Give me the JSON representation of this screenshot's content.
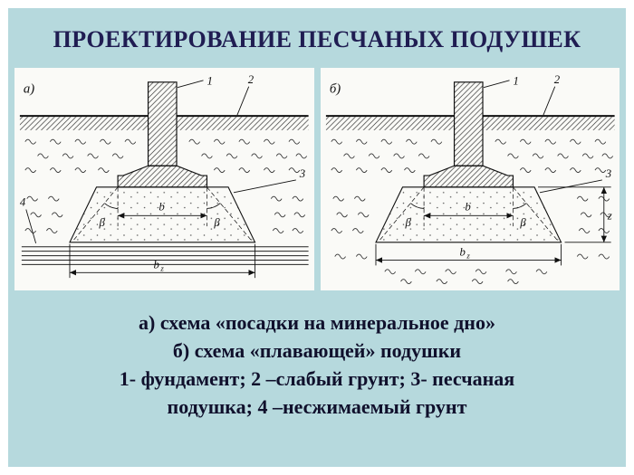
{
  "slide": {
    "title": "ПРОЕКТИРОВАНИЕ ПЕСЧАНЫХ ПОДУШЕК"
  },
  "colors": {
    "background": "#b6d9dd",
    "panel": "#fafaf7",
    "title_text": "#201d52",
    "caption_text": "#10102c",
    "ink": "#111111"
  },
  "caption": {
    "lines": [
      "а) схема «посадки на минеральное дно»",
      "б) схема «плавающей» подушки",
      "1- фундамент; 2 –слабый грунт; 3- песчаная",
      "подушка; 4 –несжимаемый грунт"
    ]
  },
  "diagram_a": {
    "label": "а)",
    "callouts": {
      "foundation": "1",
      "weak_soil": "2",
      "sand_cushion": "3",
      "incompressible_soil": "4"
    },
    "dims": {
      "b": "b",
      "bz_base": "b",
      "bz_sub": "z",
      "beta": "β"
    }
  },
  "diagram_b": {
    "label": "б)",
    "callouts": {
      "foundation": "1",
      "weak_soil": "2",
      "sand_cushion": "3"
    },
    "dims": {
      "b": "b",
      "bz_base": "b",
      "bz_sub": "z",
      "beta": "β",
      "z": "z"
    }
  }
}
